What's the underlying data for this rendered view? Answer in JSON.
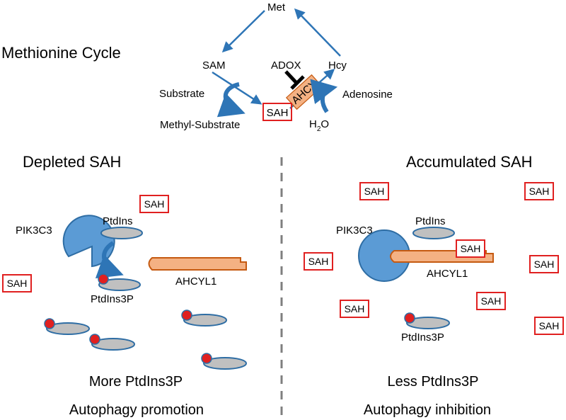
{
  "colors": {
    "arrow": "#2e75b6",
    "kinase_fill": "#5b9bd5",
    "kinase_stroke": "#2e6da4",
    "lipid_fill": "#c0c0c0",
    "lipid_stroke": "#2e6da4",
    "phosphate": "#e02020",
    "ahcy_fill": "#f4b183",
    "ahcy_stroke": "#c55a11",
    "box_stroke": "#e02020",
    "divider": "#7f7f7f",
    "inhibitor": "#000000"
  },
  "cycle": {
    "title": "Methionine Cycle",
    "met": "Met",
    "sam": "SAM",
    "hcy": "Hcy",
    "adox": "ADOX",
    "ahcy": "AHCY",
    "sah": "SAH",
    "substrate": "Substrate",
    "methyl_substrate": "Methyl-Substrate",
    "adenosine": "Adenosine",
    "water_h": "H",
    "water_sub": "2",
    "water_o": "O"
  },
  "left": {
    "title": "Depleted SAH",
    "kinase": "PIK3C3",
    "lipid": "PtdIns",
    "lipid_p": "PtdIns3P",
    "ahcyl1": "AHCYL1",
    "sah_a": "SAH",
    "sah_b": "SAH",
    "result": "More PtdIns3P",
    "outcome": "Autophagy promotion"
  },
  "right": {
    "title": "Accumulated SAH",
    "kinase": "PIK3C3",
    "lipid": "PtdIns",
    "lipid_p": "PtdIns3P",
    "ahcyl1": "AHCYL1",
    "sah_1": "SAH",
    "sah_2": "SAH",
    "sah_3": "SAH",
    "sah_4": "SAH",
    "sah_5": "SAH",
    "sah_6": "SAH",
    "sah_7": "SAH",
    "sah_8": "SAH",
    "result": "Less PtdIns3P",
    "outcome": "Autophagy inhibition"
  }
}
